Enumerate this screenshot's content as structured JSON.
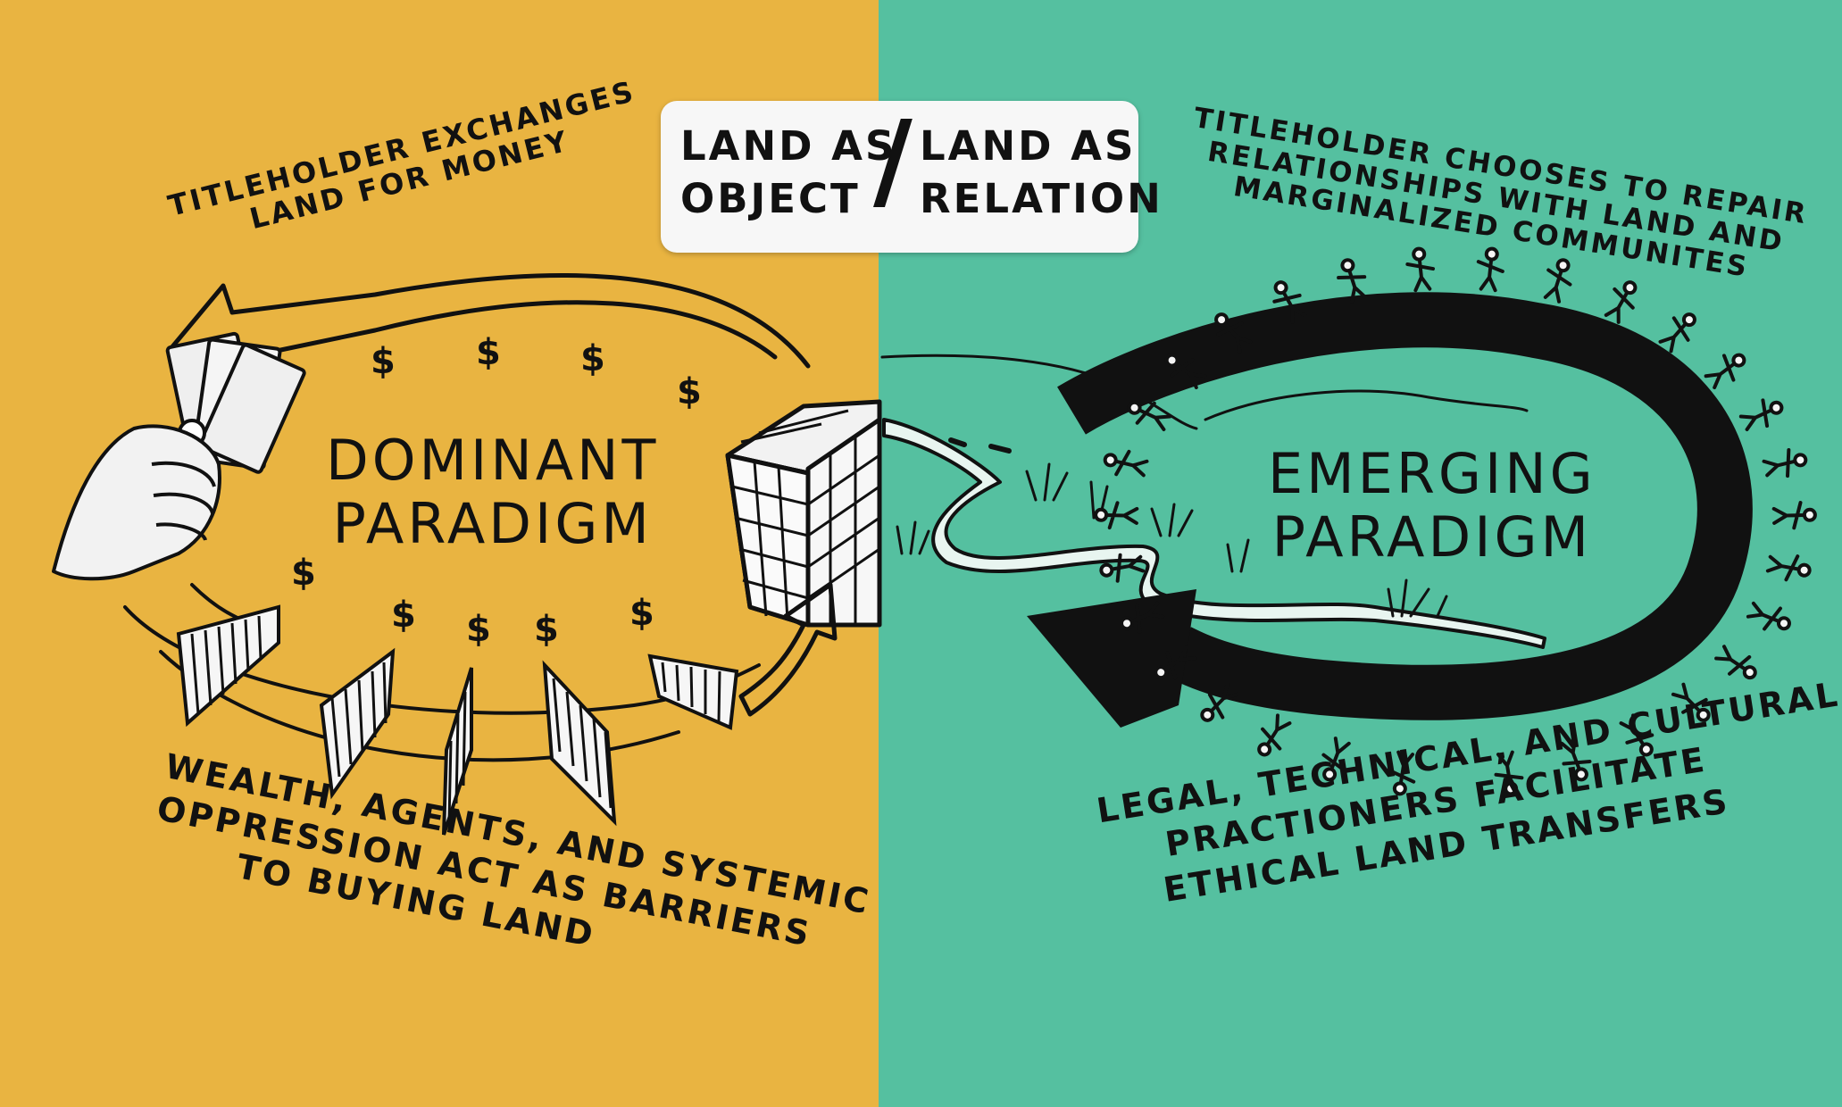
{
  "colors": {
    "left_panel": "#E9B441",
    "right_panel": "#55C0A0",
    "ink": "#111111",
    "title_box": "#F7F7F7"
  },
  "title_box": {
    "left_line1": "LAND AS",
    "left_line2": "OBJECT",
    "divider": "/",
    "right_line1": "LAND AS",
    "right_line2": "RELATION"
  },
  "left": {
    "top_caption_line1": "TITLEHOLDER EXCHANGES",
    "top_caption_line2": "LAND FOR MONEY",
    "center_line1": "DOMINANT",
    "center_line2": "PARADIGM",
    "bottom_line1": "WEALTH, AGENTS, AND SYSTEMIC",
    "bottom_line2": "OPPRESSION ACT AS BARRIERS",
    "bottom_line3": "TO BUYING LAND",
    "dollar_sign": "$",
    "icons": [
      "hand-with-money-icon",
      "land-grid-block-icon",
      "barrier-fence-icon",
      "curved-arrow-icon"
    ]
  },
  "right": {
    "top_caption_line1": "TITLEHOLDER CHOOSES TO REPAIR",
    "top_caption_line2": "RELATIONSHIPS WITH LAND AND",
    "top_caption_line3": "MARGINALIZED COMMUNITES",
    "center_line1": "EMERGING",
    "center_line2": "PARADIGM",
    "bottom_line1": "LEGAL, TECHNICAL, AND CULTURAL",
    "bottom_line2": "PRACTIONERS FACILITATE",
    "bottom_line3": "ETHICAL LAND TRANSFERS",
    "icons": [
      "circular-arrow-icon",
      "river-icon",
      "people-holding-hands-icon",
      "grass-icon"
    ]
  }
}
